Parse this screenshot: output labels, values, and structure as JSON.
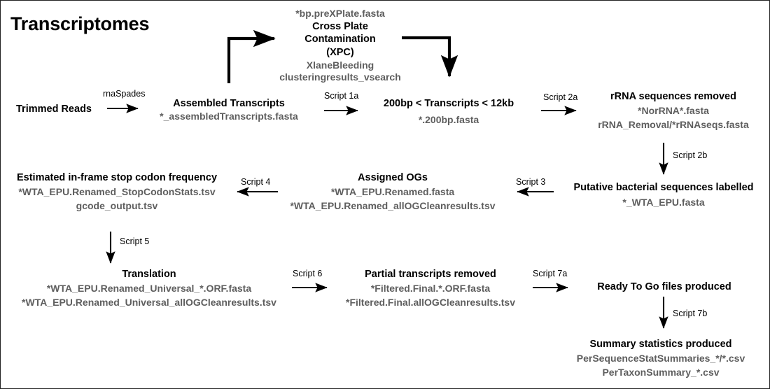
{
  "page": {
    "title": "Transcriptomes",
    "background": "#ffffff",
    "title_color": "#000000",
    "filename_color": "#5e5e5e",
    "edge_color": "#000000"
  },
  "nodes": {
    "trimmed_reads": {
      "title": "Trimmed Reads",
      "files": []
    },
    "assembled": {
      "title": "Assembled Transcripts",
      "files": [
        "*_assembledTranscripts.fasta"
      ]
    },
    "xpc": {
      "pre_file": "*bp.preXPlate.fasta",
      "title_line1": "Cross Plate",
      "title_line2": "Contamination",
      "title_line3": "(XPC)",
      "files": [
        "XlaneBleeding",
        "clusteringresults_vsearch"
      ]
    },
    "size_filter": {
      "title": "200bp < Transcripts < 12kb",
      "files": [
        "*.200bp.fasta"
      ]
    },
    "rrna_removed": {
      "title": "rRNA sequences removed",
      "files": [
        "*NorRNA*.fasta",
        "rRNA_Removal/*rRNAseqs.fasta"
      ]
    },
    "bacterial": {
      "title": "Putative bacterial sequences labelled",
      "files": [
        "*_WTA_EPU.fasta"
      ]
    },
    "assigned_ogs": {
      "title": "Assigned OGs",
      "files": [
        "*WTA_EPU.Renamed.fasta",
        "*WTA_EPU.Renamed_allOGCleanresults.tsv"
      ]
    },
    "stop_codon": {
      "title": "Estimated in-frame stop codon frequency",
      "files": [
        "*WTA_EPU.Renamed_StopCodonStats.tsv",
        "gcode_output.tsv"
      ]
    },
    "translation": {
      "title": "Translation",
      "files": [
        "*WTA_EPU.Renamed_Universal_*.ORF.fasta",
        "*WTA_EPU.Renamed_Universal_allOGCleanresults.tsv"
      ]
    },
    "partial_removed": {
      "title": "Partial transcripts removed",
      "files": [
        "*Filtered.Final.*.ORF.fasta",
        "*Filtered.Final.allOGCleanresults.tsv"
      ]
    },
    "ready_to_go": {
      "title": "Ready To Go files produced",
      "files": []
    },
    "summary_stats": {
      "title": "Summary statistics produced",
      "files": [
        "PerSequenceStatSummaries_*/*.csv",
        "PerTaxonSummary_*.csv"
      ]
    }
  },
  "edges": {
    "e_rnaspades": "rnaSpades",
    "e_script1a": "Script 1a",
    "e_script2a": "Script 2a",
    "e_script2b": "Script 2b",
    "e_script3": "Script 3",
    "e_script4": "Script 4",
    "e_script5": "Script 5",
    "e_script6": "Script 6",
    "e_script7a": "Script 7a",
    "e_script7b": "Script 7b"
  }
}
